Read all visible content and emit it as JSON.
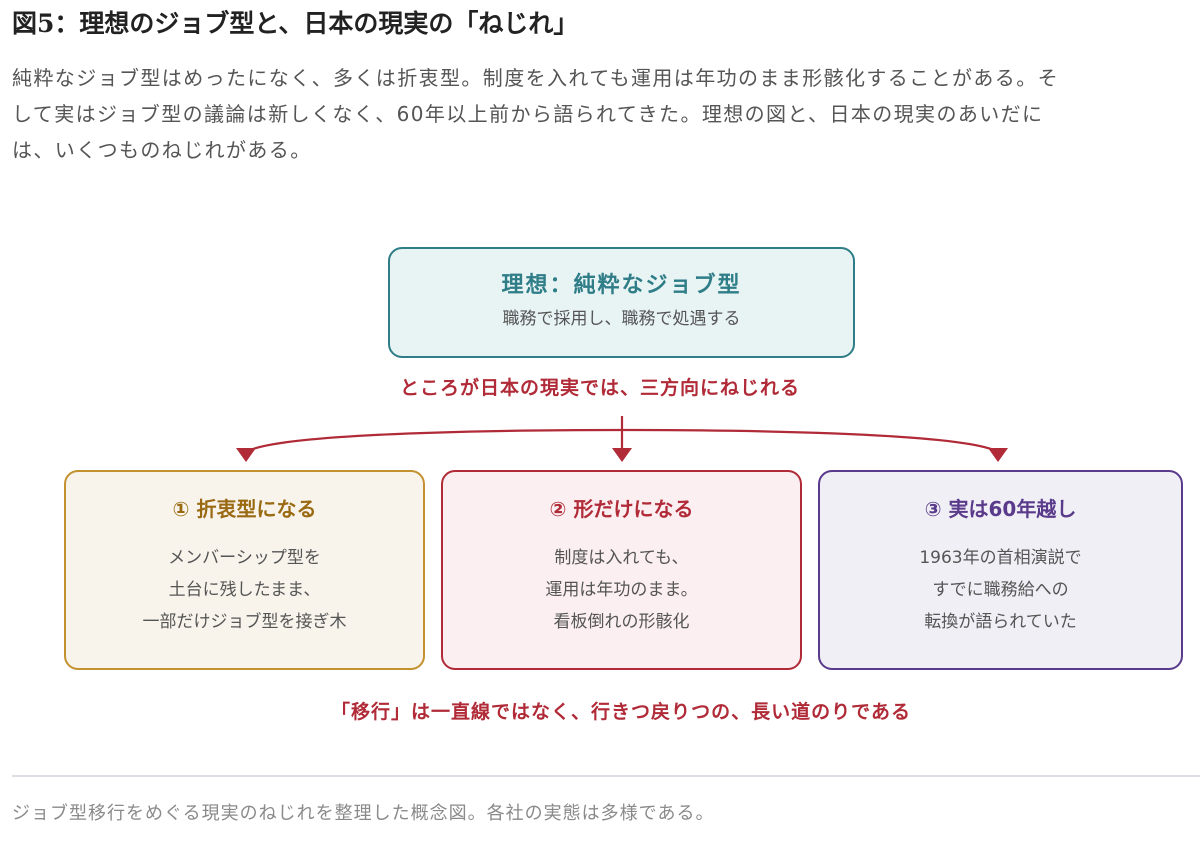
{
  "title": "図5：理想のジョブ型と、日本の現実の「ねじれ」",
  "intro": {
    "line1": "純粋なジョブ型はめったになく、多くは折衷型。制度を入れても運用は年功のまま形骸化することがある。そ",
    "line2": "して実はジョブ型の議論は新しくなく、60年以上前から語られてきた。理想の図と、日本の現実のあいだに",
    "line3": "は、いくつものねじれがある。"
  },
  "ideal": {
    "title": "理想：純粋なジョブ型",
    "body": "職務で採用し、職務で処遇する"
  },
  "connector": "ところが日本の現実では、三方向にねじれる",
  "columns": [
    {
      "title": "① 折衷型になる",
      "lines": [
        "メンバーシップ型を",
        "土台に残したまま、",
        "一部だけジョブ型を接ぎ木"
      ]
    },
    {
      "title": "② 形だけになる",
      "lines": [
        "制度は入れても、",
        "運用は年功のまま。",
        "看板倒れの形骸化"
      ]
    },
    {
      "title": "③ 実は60年越し",
      "lines": [
        "1963年の首相演説で",
        "すでに職務給への",
        "転換が語られていた"
      ]
    }
  ],
  "conclusion": "「移行」は一直線ではなく、行きつ戻りつの、長い道のりである",
  "caption": "ジョブ型移行をめぐる現実のねじれを整理した概念図。各社の実態は多様である。",
  "colors": {
    "ideal": "#2e7d87",
    "accent_red": "#b02a37",
    "col1": "#c3912f",
    "col2": "#b02a37",
    "col3": "#5a3a8a"
  }
}
